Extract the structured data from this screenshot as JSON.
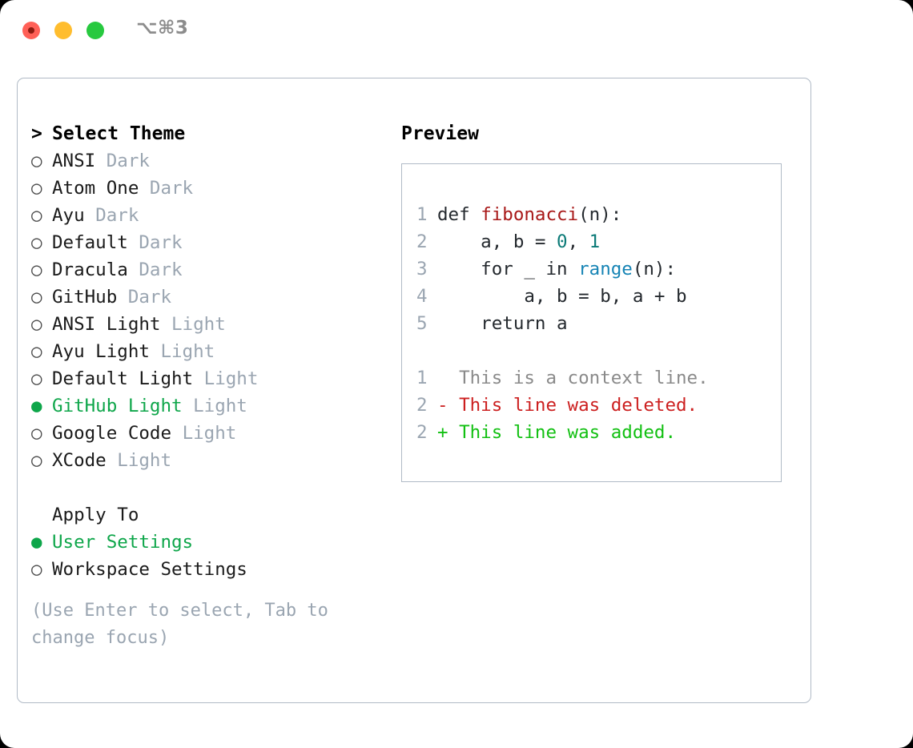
{
  "window": {
    "shortcut": "⌥⌘3",
    "traffic_lights": [
      {
        "name": "close",
        "color": "#ff6057"
      },
      {
        "name": "minimize",
        "color": "#ffbd2e"
      },
      {
        "name": "maximize",
        "color": "#27c93f"
      }
    ]
  },
  "colors": {
    "accent_green": "#0ea64a",
    "muted": "#9aa5b1",
    "border": "#b0bac6",
    "syntax_function": "#a81818",
    "syntax_number": "#0b7a77",
    "syntax_call": "#1684b5",
    "diff_delete": "#cc1f1f",
    "diff_add": "#12c012",
    "diff_context": "#8a8a8a"
  },
  "theme_panel": {
    "header": "Select Theme",
    "header_prefix": ">",
    "marker_selected": "●",
    "marker_unselected": "○",
    "items": [
      {
        "label": "ANSI",
        "variant": "Dark",
        "selected": false
      },
      {
        "label": "Atom One",
        "variant": "Dark",
        "selected": false
      },
      {
        "label": "Ayu",
        "variant": "Dark",
        "selected": false
      },
      {
        "label": "Default",
        "variant": "Dark",
        "selected": false
      },
      {
        "label": "Dracula",
        "variant": "Dark",
        "selected": false
      },
      {
        "label": "GitHub",
        "variant": "Dark",
        "selected": false
      },
      {
        "label": "ANSI Light",
        "variant": "Light",
        "selected": false
      },
      {
        "label": "Ayu Light",
        "variant": "Light",
        "selected": false
      },
      {
        "label": "Default Light",
        "variant": "Light",
        "selected": false
      },
      {
        "label": "GitHub Light",
        "variant": "Light",
        "selected": true
      },
      {
        "label": "Google Code",
        "variant": "Light",
        "selected": false
      },
      {
        "label": "XCode",
        "variant": "Light",
        "selected": false
      }
    ]
  },
  "apply_to": {
    "header": "Apply To",
    "options": [
      {
        "label": "User Settings",
        "selected": true
      },
      {
        "label": "Workspace Settings",
        "selected": false
      }
    ]
  },
  "hint": "(Use Enter to select, Tab to change focus)",
  "preview": {
    "title": "Preview",
    "code_lines": [
      {
        "no": "1",
        "tokens": [
          {
            "t": "def ",
            "c": "plain"
          },
          {
            "t": "fibonacci",
            "c": "func"
          },
          {
            "t": "(n):",
            "c": "plain"
          }
        ]
      },
      {
        "no": "2",
        "tokens": [
          {
            "t": "    a, b = ",
            "c": "plain"
          },
          {
            "t": "0",
            "c": "num"
          },
          {
            "t": ", ",
            "c": "plain"
          },
          {
            "t": "1",
            "c": "num"
          }
        ]
      },
      {
        "no": "3",
        "tokens": [
          {
            "t": "    for _ in ",
            "c": "plain"
          },
          {
            "t": "range",
            "c": "call"
          },
          {
            "t": "(n):",
            "c": "plain"
          }
        ]
      },
      {
        "no": "4",
        "tokens": [
          {
            "t": "        a, b = b, a + b",
            "c": "plain"
          }
        ]
      },
      {
        "no": "5",
        "tokens": [
          {
            "t": "    return a",
            "c": "plain"
          }
        ]
      }
    ],
    "diff_lines": [
      {
        "no": "1",
        "text": "  This is a context line.",
        "kind": "ctx"
      },
      {
        "no": "2",
        "text": "- This line was deleted.",
        "kind": "del"
      },
      {
        "no": "2",
        "text": "+ This line was added.",
        "kind": "add"
      }
    ]
  }
}
